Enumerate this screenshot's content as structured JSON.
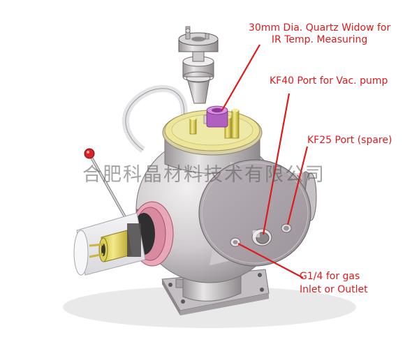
{
  "labels": {
    "quartz_window_line1": "30mm Dia. Quartz Widow for",
    "quartz_window_line2": "IR Temp. Measuring",
    "kf40_port": "KF40 Port for Vac. pump",
    "kf25_port": "KF25 Port (spare)",
    "gas_port_line1": "G1/4 for gas",
    "gas_port_line2": "Inlet or Outlet"
  },
  "watermark": "合肥科晶材料技术有限公司",
  "colors": {
    "label_red": "#e0191c",
    "chamber_steel": "#c9c5c8",
    "flange_yellow": "#e6e08a",
    "seal_pink": "#e9a6b7",
    "window_purple": "#c06fc8",
    "feedthrough_gold": "#e8d862",
    "knob_red": "#d8222a"
  }
}
